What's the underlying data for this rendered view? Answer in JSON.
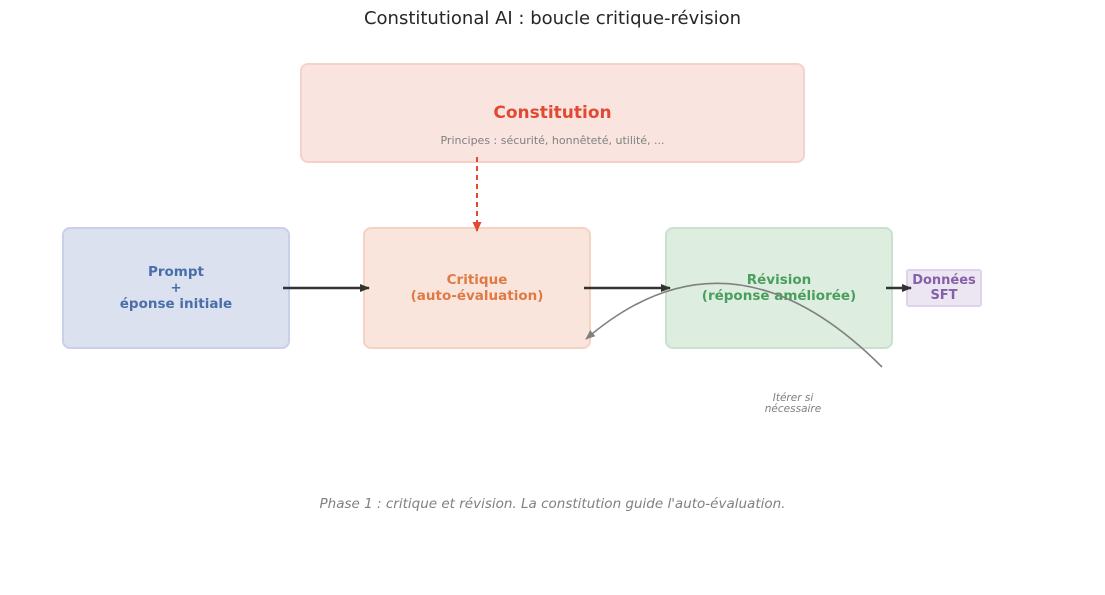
{
  "title": "Constitutional AI : boucle critique-révision",
  "constitution": {
    "name": "Constitution",
    "principles": "Principes : sécurité, honnêteté, utilité, ..."
  },
  "prompt_box": {
    "line1": "Prompt",
    "line2": "+",
    "line3": "éponse initiale"
  },
  "critique_box": {
    "line1": "Critique",
    "line2": "(auto-évaluation)"
  },
  "revision_box": {
    "line1": "Révision",
    "line2": "(réponse améliorée)"
  },
  "sft_box": {
    "line1": "Données",
    "line2": "SFT"
  },
  "iterate_note": {
    "line1": "Itérer si",
    "line2": "nécessaire"
  },
  "caption": "Phase 1 : critique et révision. La constitution guide l'auto-évaluation.",
  "colors": {
    "constitution": "#e04a32",
    "prompt": "#4a6eaa",
    "critique": "#e07a45",
    "revision": "#4a9f5d",
    "sft": "#8560a8",
    "arrow": "#333333",
    "loop_arrow": "#808080"
  }
}
